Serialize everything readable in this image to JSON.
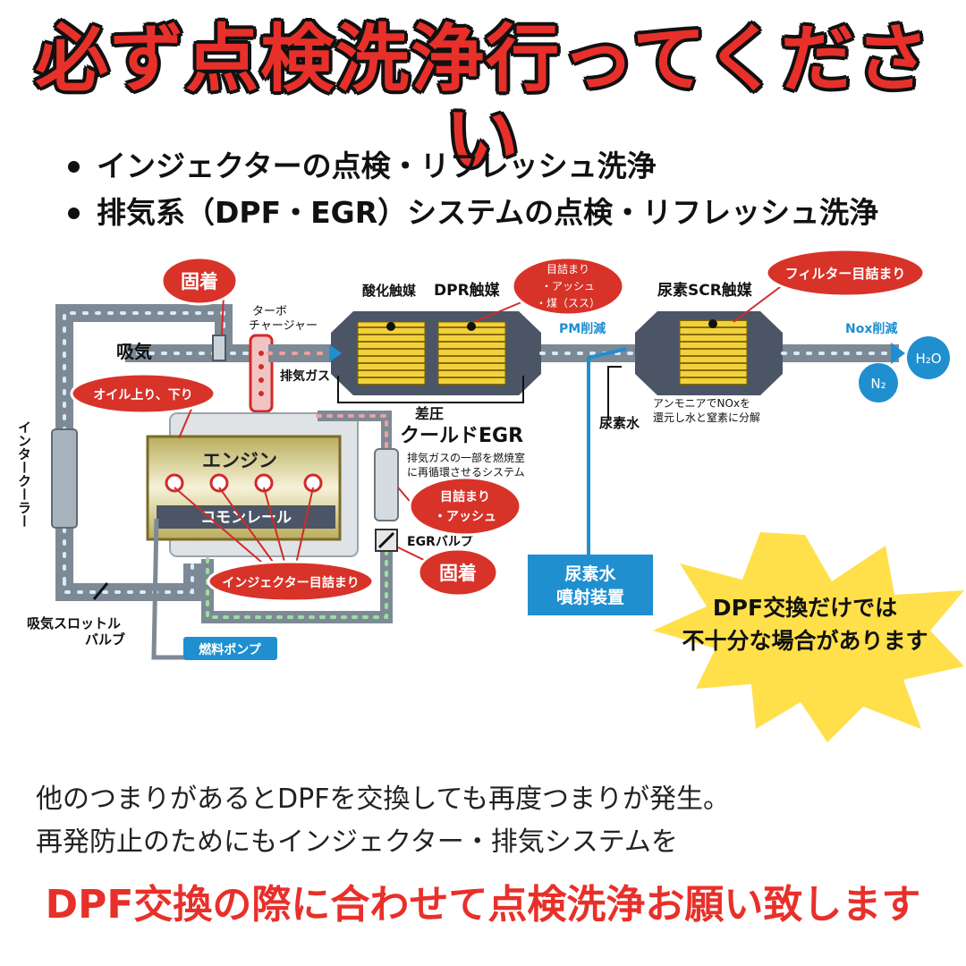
{
  "headline": "必ず点検洗浄行ってください",
  "bullets": [
    "インジェクターの点検・リフレッシュ洗浄",
    "排気系（DPF・EGR）システムの点検・リフレッシュ洗浄"
  ],
  "diagram": {
    "intake": "吸気",
    "turbo_line1": "ターボ",
    "turbo_line2": "チャージャー",
    "exhaust_gas": "排気ガス",
    "intercooler": "インタークーラー",
    "throttle_line1": "吸気スロットル",
    "throttle_line2": "バルブ",
    "fuel_pump": "燃料ポンプ",
    "engine": "エンジン",
    "common_rail": "コモンレール",
    "oxidation_catalyst": "酸化触媒",
    "dpr_catalyst": "DPR触媒",
    "differential_pressure": "差圧",
    "cooled_egr": "クールドEGR",
    "egr_desc_line1": "排気ガスの一部を燃焼室",
    "egr_desc_line2": "に再循環させるシステム",
    "egr_valve": "EGRバルブ",
    "pm_reduction": "PM削減",
    "urea_scr": "尿素SCR触媒",
    "nox_reduction": "Nox削減",
    "h2o": "H₂O",
    "n2": "N₂",
    "ammonia_line1": "アンモニアでNOxを",
    "ammonia_line2": "還元し水と窒素に分解",
    "urea": "尿素水",
    "urea_injector_line1": "尿素水",
    "urea_injector_line2": "噴射装置"
  },
  "callouts": {
    "stuck_top": "固着",
    "oil": "オイル上り、下り",
    "dpr_line1": "目詰まり",
    "dpr_line2": "・アッシュ",
    "dpr_line3": "・煤（スス）",
    "filter_clog": "フィルター目詰まり",
    "egr_line1": "目詰まり",
    "egr_line2": "・アッシュ",
    "stuck_egr": "固着",
    "injector_clog": "インジェクター目詰まり"
  },
  "burst": {
    "line1": "DPF交換だけでは",
    "line2": "不十分な場合があります"
  },
  "note": {
    "line1": "他のつまりがあるとDPFを交換しても再度つまりが発生。",
    "line2": "再発防止のためにもインジェクター・排気システムを"
  },
  "cta": "DPF交換の際に合わせて点検洗浄お願い致します",
  "colors": {
    "accent_red": "#e8302a",
    "pipe_gray": "#7d8a96",
    "pipe_dots": "#cfe6f6",
    "catalyst_yellow": "#f2d23c",
    "urea_blue": "#1f8fd0",
    "burst_yellow": "#ffe04a"
  }
}
